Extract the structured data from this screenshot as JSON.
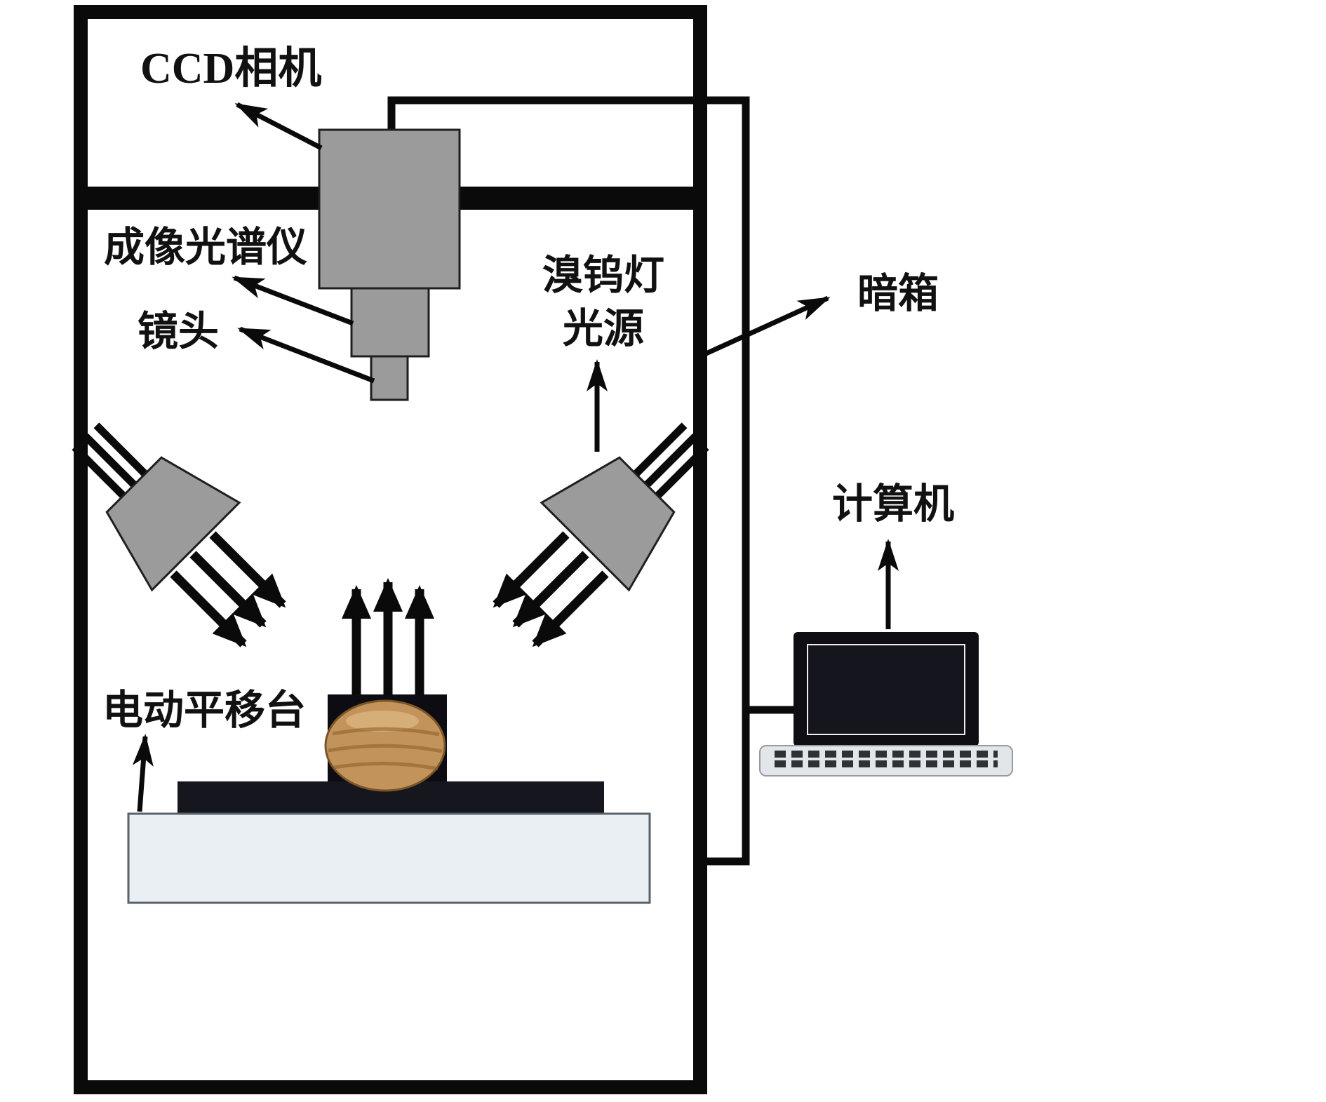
{
  "diagram": {
    "labels": {
      "ccd_camera": "CCD相机",
      "spectrometer": "成像光谱仪",
      "lens": "镜头",
      "lamp_line1": "溴钨灯",
      "lamp_line2": "光源",
      "dark_box": "暗箱",
      "computer": "计算机",
      "stage": "电动平移台"
    },
    "colors": {
      "outline_black": "#0a0a0a",
      "device_gray": "#9b9b9b",
      "holder_black": "#0c0c12",
      "stage_plate_black": "#16161e",
      "stage_base_gray": "#e9eff3",
      "potato_tan": "#c2945c",
      "laptop_dark": "#0e0e14",
      "laptop_base_gray": "#e2e6e9"
    }
  }
}
